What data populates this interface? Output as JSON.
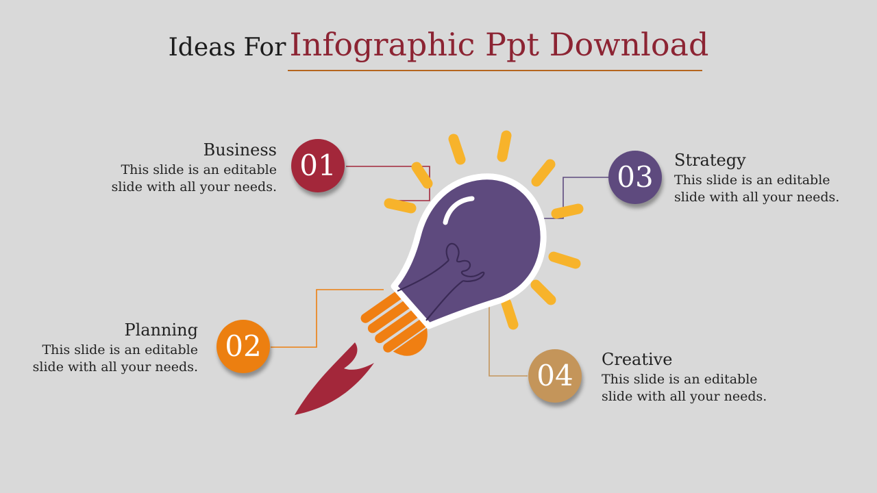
{
  "title": {
    "prefix": "Ideas For",
    "main": "Infographic Ppt Download"
  },
  "items": [
    {
      "number": "01",
      "title": "Business",
      "desc_line1": "This slide is an editable",
      "desc_line2": "slide with all your needs.",
      "color": "#a3273a"
    },
    {
      "number": "02",
      "title": "Planning",
      "desc_line1": "This slide is an editable",
      "desc_line2": "slide with all your needs.",
      "color": "#ec7f10"
    },
    {
      "number": "03",
      "title": "Strategy",
      "desc_line1": "This slide is an editable",
      "desc_line2": "slide with all your needs.",
      "color": "#5e4a7e"
    },
    {
      "number": "04",
      "title": "Creative",
      "desc_line1": "This slide is an editable",
      "desc_line2": "slide with all your needs.",
      "color": "#c4955a"
    }
  ],
  "colors": {
    "bulb": "#5e4a7e",
    "rays": "#f7b32b",
    "base": "#f07f12",
    "flame": "#a3273a",
    "title_accent": "#8c2433",
    "rule": "#b5651d"
  },
  "icons": [
    "lightbulb-icon",
    "rocket-flame-icon"
  ]
}
